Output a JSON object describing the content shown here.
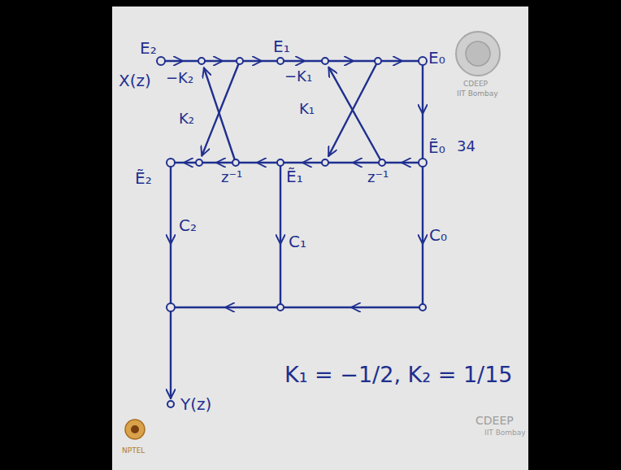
{
  "diagram": {
    "labels": [
      "E₂",
      "X(z)",
      "−K₂",
      "K₂",
      "E₁",
      "−K₁",
      "K₁",
      "E₀",
      "Ẽ₀",
      "z⁻¹",
      "Ẽ₁",
      "z⁻¹",
      "Ẽ₂",
      "C₂",
      "C₁",
      "C₀",
      "Y(z)",
      "K₁ = −1/2, K₂ = 1/15",
      "CDEEP",
      "IIT Bombay",
      "34",
      "CDEEP",
      "IIT Bombay",
      "NPTEL"
    ]
  }
}
